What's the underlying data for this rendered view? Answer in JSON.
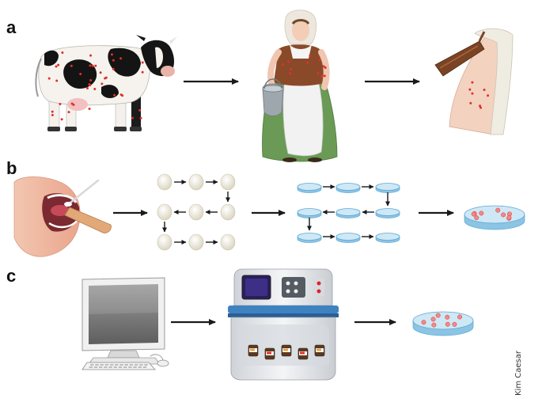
{
  "rows": [
    {
      "label": "a"
    },
    {
      "label": "b"
    },
    {
      "label": "c"
    }
  ],
  "credit": "Kim Caesar",
  "colors": {
    "arrow": "#1a1a1a",
    "dot": "#e0302a",
    "dish_fill": "#bfe0f0",
    "dish_rim": "#5aa8d6",
    "egg": "#f1eddc",
    "dress_green": "#6a9a55",
    "jacket_brown": "#8a4a2a",
    "machine_body": "#e9ebee",
    "machine_stripe": "#3f82c2"
  },
  "icons": [
    "cow-icon",
    "milkmaid-icon",
    "lancet-arm-icon",
    "mouth-swab-icon",
    "egg-grid-icon",
    "dish-grid-icon",
    "culture-dish-icon",
    "computer-icon",
    "synthesizer-machine-icon"
  ]
}
